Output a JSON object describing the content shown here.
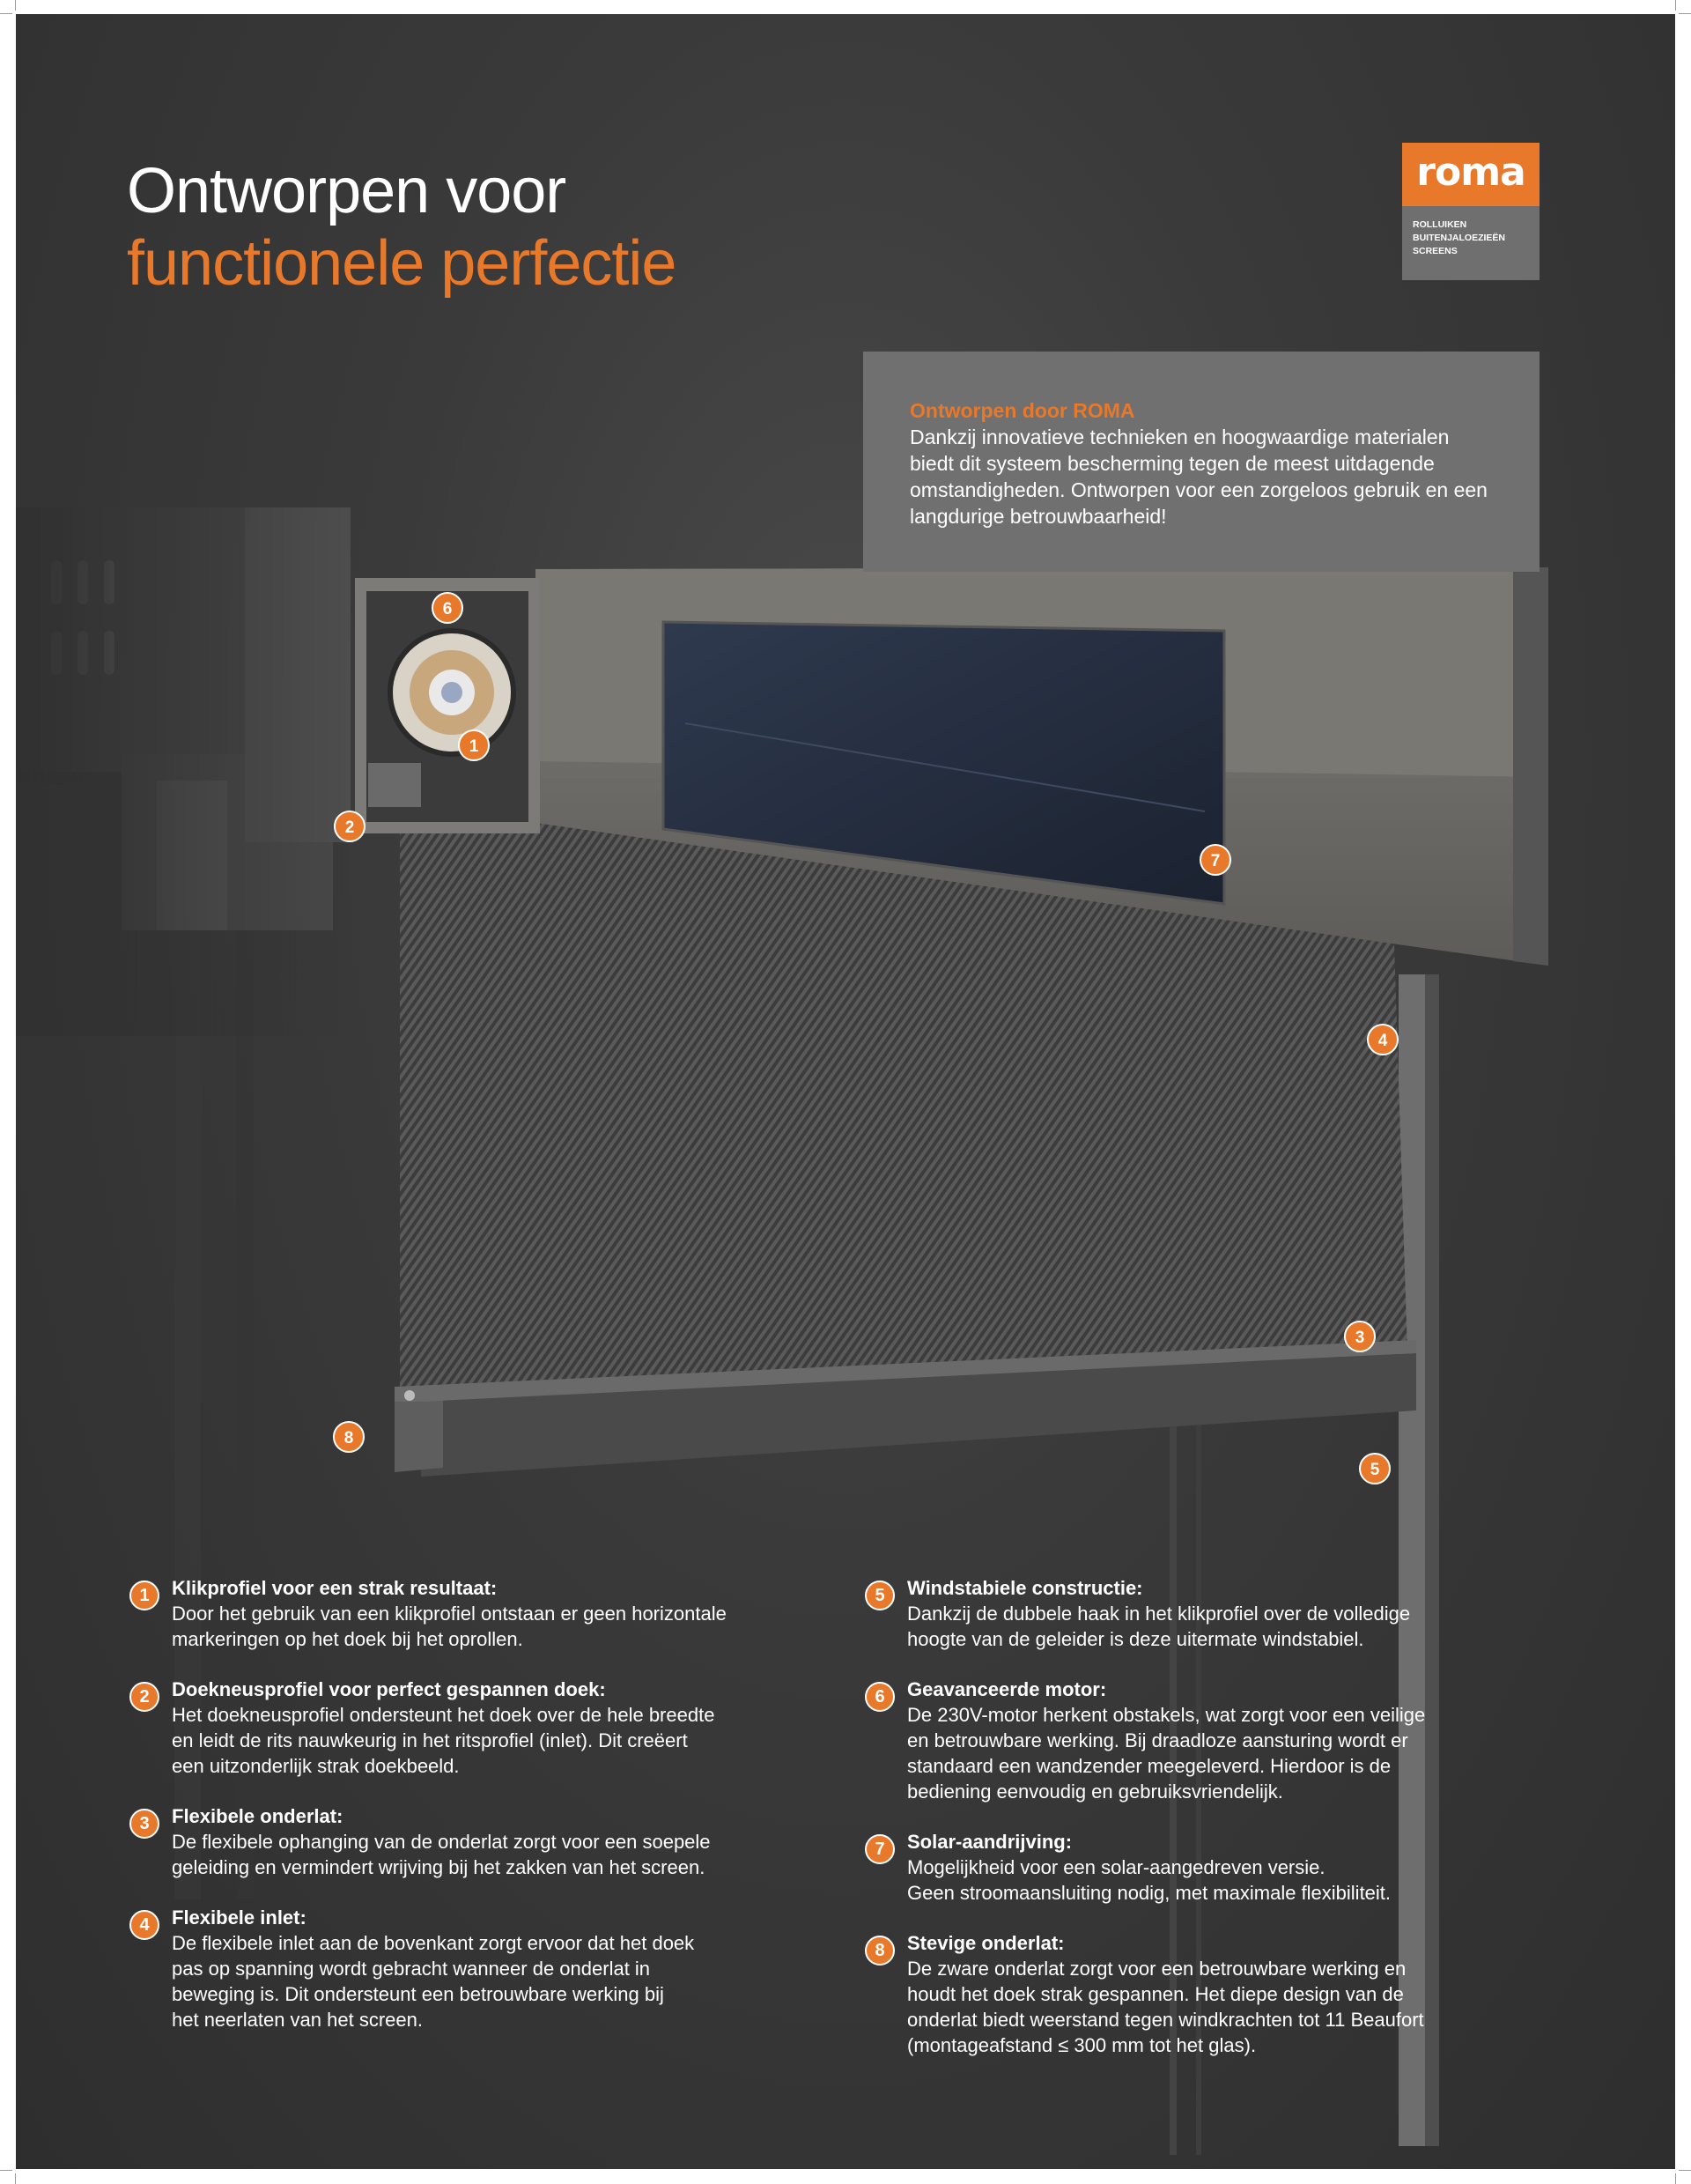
{
  "header": {
    "title_line1": "Ontworpen voor",
    "title_line2": "functionele perfectie"
  },
  "logo": {
    "wordmark": "roma",
    "tagline": [
      "ROLLUIKEN",
      "BUITENJALOEZIEËN",
      "SCREENS"
    ],
    "brand_color": "#e8782a"
  },
  "infobox": {
    "title": "Ontworpen door ROMA",
    "text": "Dankzij innovatieve technieken en hoogwaardige materialen biedt dit systeem bescherming tegen de meest uitdagende omstandigheden. Ontworpen voor een zorgeloos gebruik en een langdurige betrouwbaarheid!"
  },
  "illustration_badges": [
    "1",
    "2",
    "3",
    "4",
    "5",
    "6",
    "7",
    "8"
  ],
  "features_left": [
    {
      "number": "1",
      "title": "Klikprofiel voor een strak resultaat:",
      "text": "Door het gebruik van een klikprofiel ontstaan er geen horizontale\nmarkeringen op het doek bij het oprollen."
    },
    {
      "number": "2",
      "title": "Doekneusprofiel voor perfect gespannen doek:",
      "text": "Het doekneusprofiel ondersteunt het doek over de hele breedte\nen leidt de rits nauwkeurig in het ritsprofiel (inlet). Dit creëert\neen uitzonderlijk strak doekbeeld."
    },
    {
      "number": "3",
      "title": "Flexibele onderlat:",
      "text": "De flexibele ophanging van de onderlat zorgt voor een soepele\ngeleiding en vermindert wrijving bij het zakken van het screen."
    },
    {
      "number": "4",
      "title": "Flexibele inlet:",
      "text": "De flexibele inlet aan de bovenkant zorgt ervoor dat het doek\npas op spanning wordt gebracht wanneer de onderlat in\nbeweging is. Dit ondersteunt een betrouwbare werking bij\nhet neerlaten van het screen."
    }
  ],
  "features_right": [
    {
      "number": "5",
      "title": "Windstabiele constructie:",
      "text": "Dankzij de dubbele haak in het klikprofiel over de volledige\nhoogte van de geleider is deze uitermate windstabiel."
    },
    {
      "number": "6",
      "title": "Geavanceerde motor:",
      "text": "De 230V-motor herkent obstakels, wat zorgt voor een veilige\nen betrouwbare werking. Bij draadloze aansturing wordt er\nstandaard een wandzender meegeleverd. Hierdoor is de\nbediening eenvoudig en gebruiksvriendelijk."
    },
    {
      "number": "7",
      "title": "Solar-aandrijving:",
      "text": "Mogelijkheid voor een solar-aangedreven versie.\nGeen stroomaansluiting nodig, met maximale flexibiliteit."
    },
    {
      "number": "8",
      "title": "Stevige onderlat:",
      "text": "De zware onderlat zorgt voor een betrouwbare werking en\nhoudt het doek strak gespannen. Het diepe design van de\nonderlat biedt weerstand tegen windkrachten tot 11 Beaufort\n(montageafstand ≤ 300 mm tot het glas)."
    }
  ]
}
